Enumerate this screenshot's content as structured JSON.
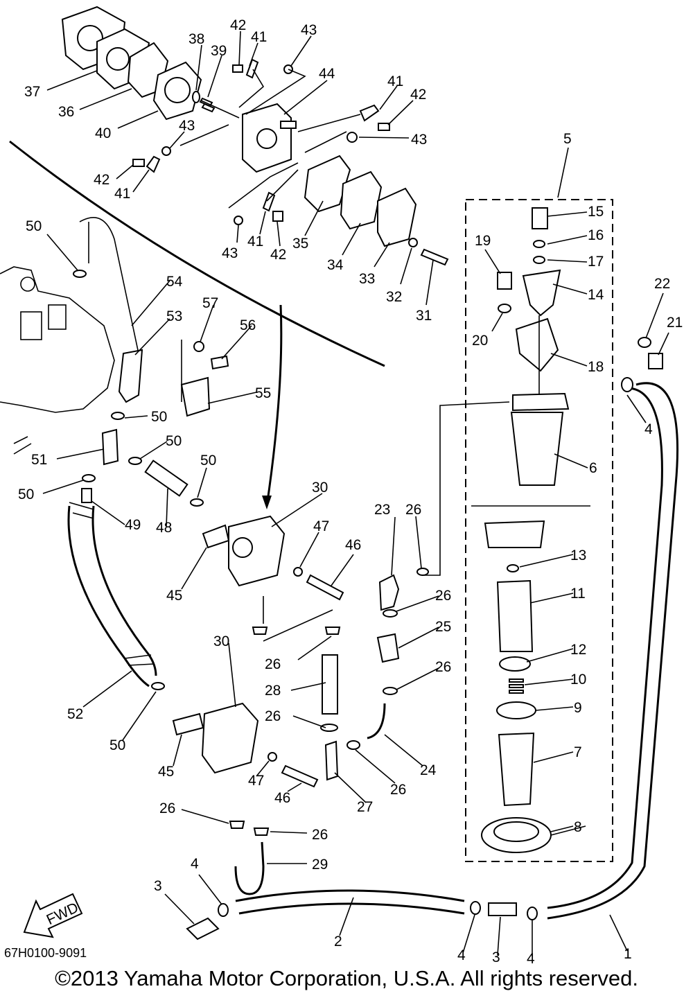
{
  "diagram": {
    "callouts": [
      "1",
      "2",
      "3",
      "4",
      "5",
      "6",
      "7",
      "8",
      "9",
      "10",
      "11",
      "12",
      "13",
      "14",
      "15",
      "16",
      "17",
      "18",
      "19",
      "20",
      "21",
      "22",
      "23",
      "24",
      "25",
      "26",
      "27",
      "28",
      "29",
      "30",
      "31",
      "32",
      "33",
      "34",
      "35",
      "36",
      "37",
      "38",
      "39",
      "40",
      "41",
      "42",
      "43",
      "44",
      "45",
      "46",
      "47",
      "48",
      "49",
      "50",
      "51",
      "52",
      "53",
      "54",
      "55",
      "56",
      "57"
    ],
    "fwd_arrow_label": "FWD",
    "doc_code": "67H0100-9091",
    "copyright": "©2013 Yamaha Motor Corporation, U.S.A. All rights reserved."
  }
}
